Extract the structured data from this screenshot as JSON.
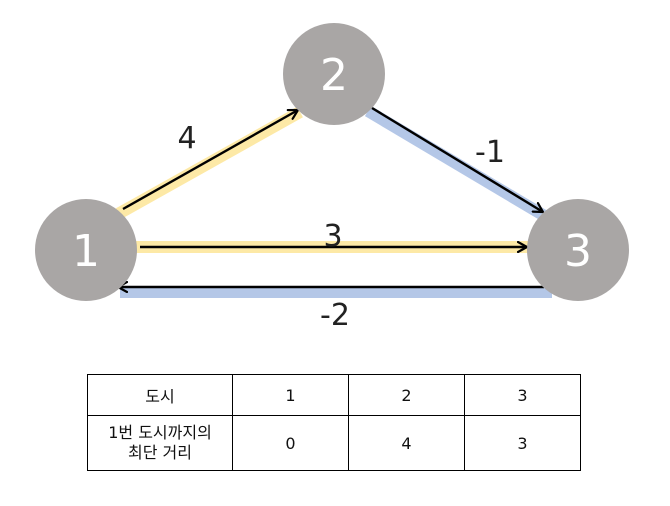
{
  "graph": {
    "nodes": [
      {
        "id": "1",
        "label": "1"
      },
      {
        "id": "2",
        "label": "2"
      },
      {
        "id": "3",
        "label": "3"
      }
    ],
    "edges": [
      {
        "from": "1",
        "to": "2",
        "weight": "4",
        "highlight": "yellow"
      },
      {
        "from": "2",
        "to": "3",
        "weight": "-1",
        "highlight": "blue"
      },
      {
        "from": "1",
        "to": "3",
        "weight": "3",
        "highlight": "yellow"
      },
      {
        "from": "3",
        "to": "1",
        "weight": "-2",
        "highlight": "blue"
      }
    ],
    "colors": {
      "node": "#a9a6a5",
      "node_text": "#ffffff",
      "highlight_yellow": "#fde9a6",
      "highlight_blue": "#b4c7e7",
      "arrow": "#000000"
    }
  },
  "table": {
    "row1_header": "도시",
    "row2_header_line1": "1번 도시까지의",
    "row2_header_line2": "최단 거리",
    "cities": [
      "1",
      "2",
      "3"
    ],
    "distances": [
      "0",
      "4",
      "3"
    ]
  }
}
